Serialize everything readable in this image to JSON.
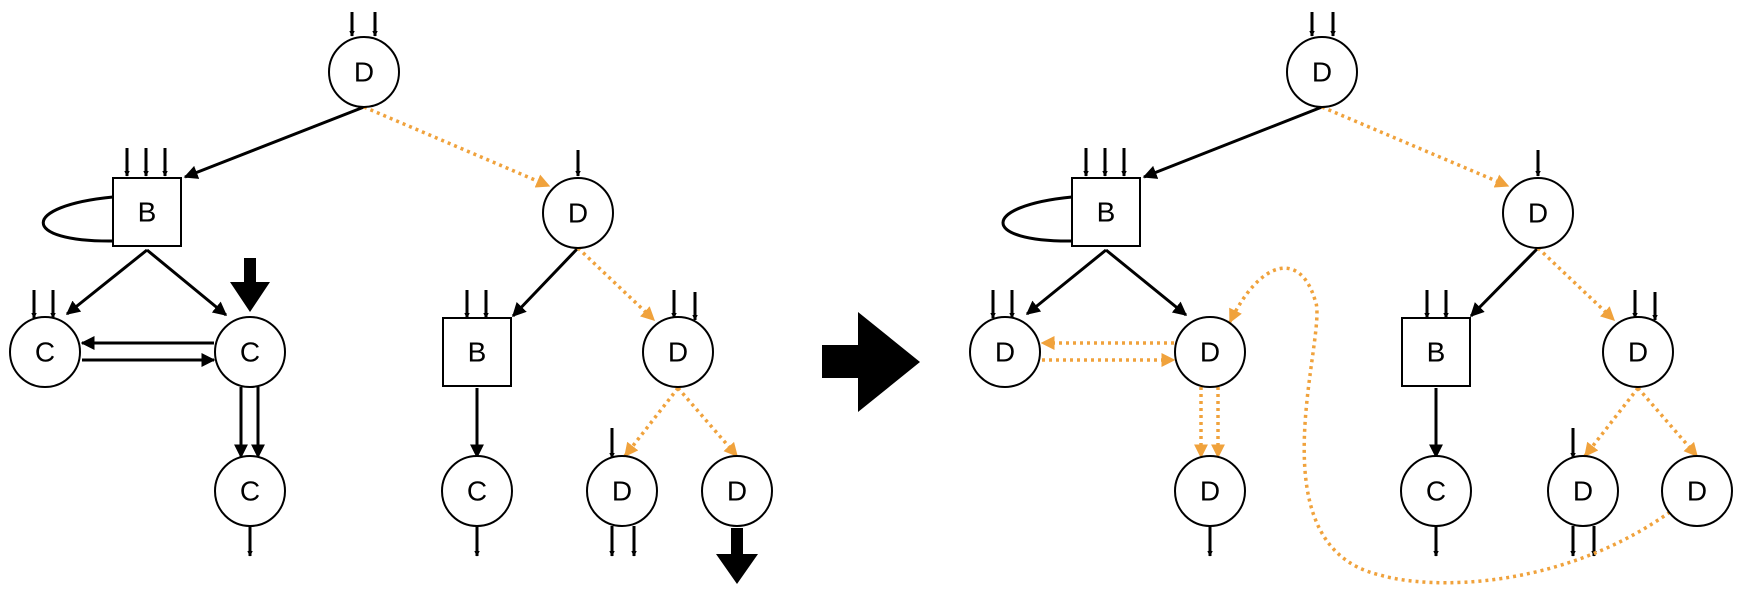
{
  "colors": {
    "stroke": "#000000",
    "highlight": "#F0A23C",
    "background": "#FFFFFF"
  },
  "left_graph": {
    "nodes": [
      {
        "id": "L1",
        "label": "D",
        "shape": "circle"
      },
      {
        "id": "L2",
        "label": "B",
        "shape": "square"
      },
      {
        "id": "L3",
        "label": "D",
        "shape": "circle"
      },
      {
        "id": "L4",
        "label": "C",
        "shape": "circle"
      },
      {
        "id": "L5",
        "label": "C",
        "shape": "circle"
      },
      {
        "id": "L6",
        "label": "B",
        "shape": "square"
      },
      {
        "id": "L7",
        "label": "D",
        "shape": "circle"
      },
      {
        "id": "L8",
        "label": "C",
        "shape": "circle"
      },
      {
        "id": "L9",
        "label": "C",
        "shape": "circle"
      },
      {
        "id": "L10",
        "label": "D",
        "shape": "circle"
      },
      {
        "id": "L11",
        "label": "D",
        "shape": "circle"
      }
    ]
  },
  "right_graph": {
    "nodes": [
      {
        "id": "R1",
        "label": "D",
        "shape": "circle"
      },
      {
        "id": "R2",
        "label": "B",
        "shape": "square"
      },
      {
        "id": "R3",
        "label": "D",
        "shape": "circle"
      },
      {
        "id": "R4",
        "label": "D",
        "shape": "circle"
      },
      {
        "id": "R5",
        "label": "D",
        "shape": "circle"
      },
      {
        "id": "R6",
        "label": "B",
        "shape": "square"
      },
      {
        "id": "R7",
        "label": "D",
        "shape": "circle"
      },
      {
        "id": "R8",
        "label": "D",
        "shape": "circle"
      },
      {
        "id": "R9",
        "label": "C",
        "shape": "circle"
      },
      {
        "id": "R10",
        "label": "D",
        "shape": "circle"
      },
      {
        "id": "R11",
        "label": "D",
        "shape": "circle"
      }
    ]
  },
  "transition_icon": "right-arrow-icon"
}
